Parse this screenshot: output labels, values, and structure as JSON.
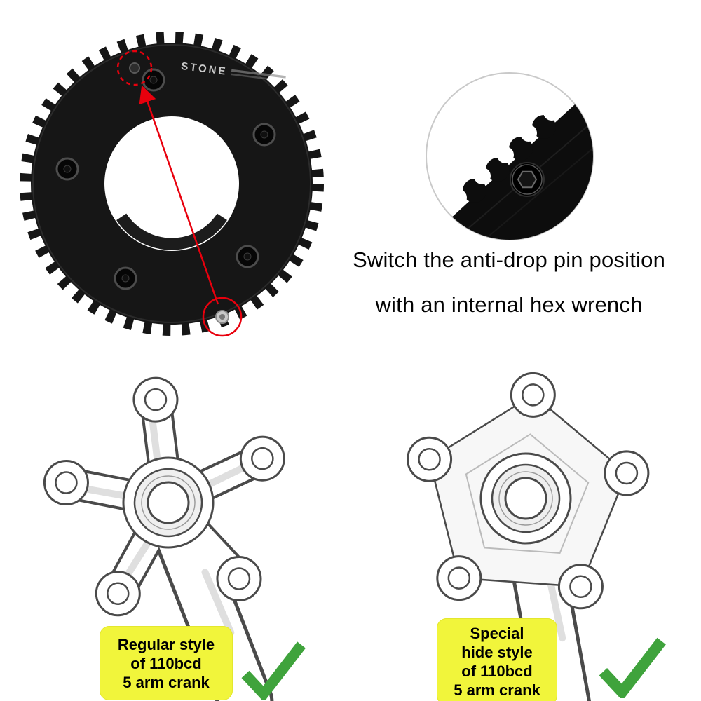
{
  "instruction": {
    "line1": "Switch the anti-drop pin position",
    "line2": "with an internal hex wrench"
  },
  "chainring": {
    "brand": "STONE",
    "description": "black 110bcd double chainring with anti-drop pin positions highlighted"
  },
  "inset": {
    "description": "close-up of chainring teeth with hex anti-drop pin bolt"
  },
  "callouts": {
    "left_label": {
      "line1": "Regular style",
      "line2": "of 110bcd",
      "line3": "5 arm crank"
    },
    "right_label": {
      "line1": "Special",
      "line2": "hide style",
      "line3": "of 110bcd",
      "line4": "5 arm crank"
    }
  },
  "colors": {
    "highlight_red": "#e8000d",
    "label_yellow": "#f1f53b",
    "check_green": "#3fa33c",
    "chainring_black": "#161616"
  }
}
